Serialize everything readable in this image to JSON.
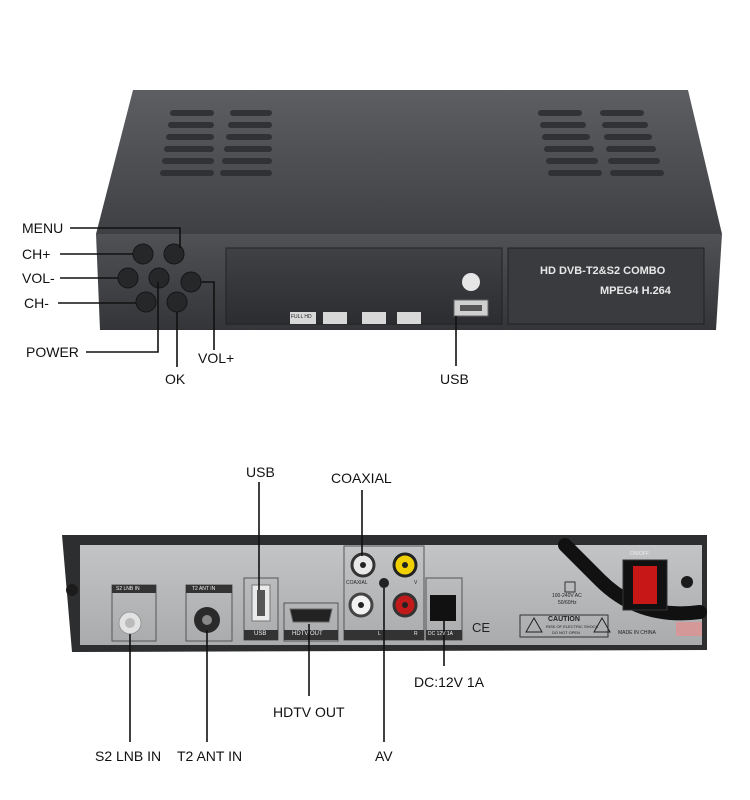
{
  "front": {
    "labels": {
      "menu": "MENU",
      "ch_plus": "CH+",
      "vol_minus": "VOL-",
      "ch_minus": "CH-",
      "power": "POWER",
      "ok": "OK",
      "vol_plus": "VOL+",
      "usb": "USB"
    },
    "panel_title": "HD DVB-T2&S2 COMBO",
    "panel_subtitle": "MPEG4 H.264",
    "badges": [
      "FULL HD",
      "",
      "",
      ""
    ]
  },
  "rear": {
    "labels": {
      "usb": "USB",
      "coaxial": "COAXIAL",
      "s2_lnb_in": "S2 LNB IN",
      "t2_ant_in": "T2 ANT IN",
      "hdtv_out": "HDTV OUT",
      "av": "AV",
      "dc": "DC:12V 1A"
    },
    "port_labels": {
      "s2_lnb_in": "S2 LNB IN",
      "t2_ant_in": "T2 ANT IN",
      "usb": "USB",
      "hdtv_out": "HDTV OUT",
      "coaxial": "COAXIAL",
      "v": "V",
      "l": "L",
      "r": "R",
      "dc": "DC 12V 1A",
      "power_spec_1": "100-240V AC",
      "power_spec_2": "50/60Hz",
      "on_off": "ON/OFF",
      "caution": "CAUTION",
      "caution_1": "RISK OF ELECTRIC SHOCK",
      "caution_2": "DO NOT OPEN",
      "ce": "CE",
      "made_in": "MADE IN CHINA"
    }
  },
  "colors": {
    "device_body": "#4a4b4e",
    "rear_panel": "#b7b9bb",
    "callout_line": "#111111"
  }
}
